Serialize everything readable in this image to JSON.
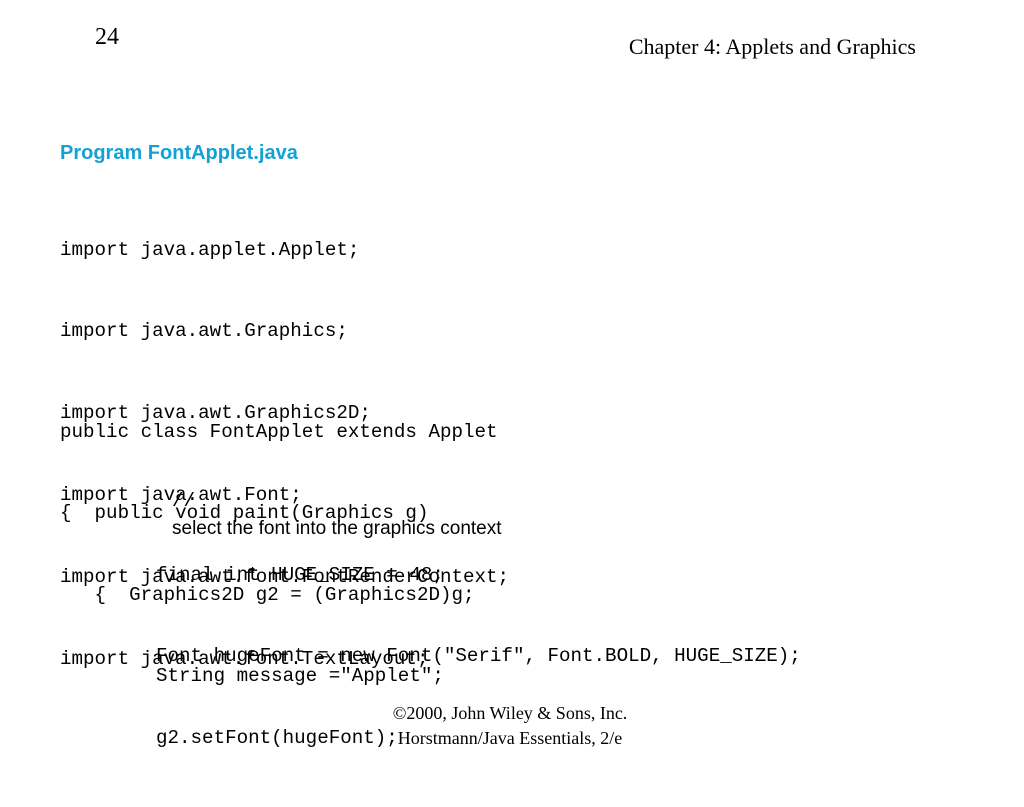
{
  "slide": {
    "number": "24",
    "chapter_title": "Chapter 4: Applets and Graphics",
    "program_title": "Program FontApplet.java",
    "accent_color": "#13a1d6"
  },
  "code": {
    "imports": [
      "import java.applet.Applet;",
      "import java.awt.Graphics;",
      "import java.awt.Graphics2D;",
      "import java.awt.Font;",
      "import java.awt.font.FontRenderContext;",
      "import java.awt.font.TextLayout;"
    ],
    "class_decl": [
      "public class FontApplet extends Applet",
      "{  public void paint(Graphics g)",
      "   {  Graphics2D g2 = (Graphics2D)g;"
    ],
    "comment_marker": "//",
    "comment_text": "select the font into the graphics context",
    "declarations": [
      "final int HUGE_SIZE = 48;",
      "Font hugeFont = new Font(\"Serif\", Font.BOLD, HUGE_SIZE);",
      "g2.setFont(hugeFont);"
    ],
    "message": "String message =\"Applet\";"
  },
  "footer": {
    "copyright": "©2000, John Wiley & Sons, Inc.",
    "book": "Horstmann/Java Essentials, 2/e"
  }
}
